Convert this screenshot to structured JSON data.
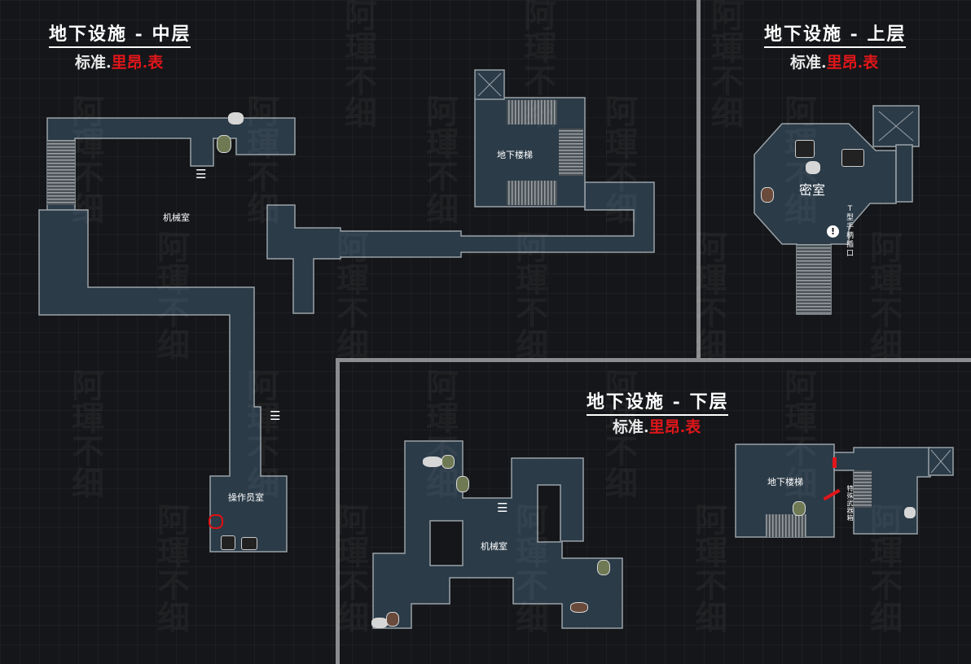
{
  "watermark_text": "阿琿不细",
  "colors": {
    "background": "#141619",
    "room_fill": "#2b3b48",
    "room_stroke": "#9aa2a8",
    "stairs": "#6b7378",
    "standard_text": "#e8e8e8",
    "alt_text": "#e0161a",
    "divider": "#8a8c8e"
  },
  "maps": {
    "middle": {
      "title": "地下设施 - 中层",
      "subtitle_standard": "标准.",
      "subtitle_alt": "里昂.表",
      "rooms": {
        "machine_room": "机械室",
        "stairs": "地下楼梯",
        "operator_room": "操作员室"
      },
      "icons": [
        "ladder-icon",
        "ladder-icon",
        "herb-icon",
        "ammo-icon",
        "save-typewriter-icon",
        "item-box-icon",
        "red-item-icon"
      ]
    },
    "upper": {
      "title": "地下设施 - 上层",
      "subtitle_standard": "标准.",
      "subtitle_alt": "里昂.表",
      "rooms": {
        "secret_room": "密室",
        "t_handle_slot": "T型手柄插口"
      },
      "icons": [
        "typewriter-icon",
        "item-box-icon",
        "ammo-icon",
        "item-icon",
        "warning-icon"
      ]
    },
    "lower": {
      "title": "地下设施 - 下层",
      "subtitle_standard": "标准.",
      "subtitle_alt": "里昂.表",
      "rooms": {
        "machine_room": "机械室",
        "stairs": "地下楼梯",
        "special_weapon_box": "特殊武器箱"
      },
      "icons": [
        "ladder-icon",
        "herb-icon",
        "ammo-icon",
        "item-icon",
        "special-weapon-icon"
      ]
    }
  }
}
